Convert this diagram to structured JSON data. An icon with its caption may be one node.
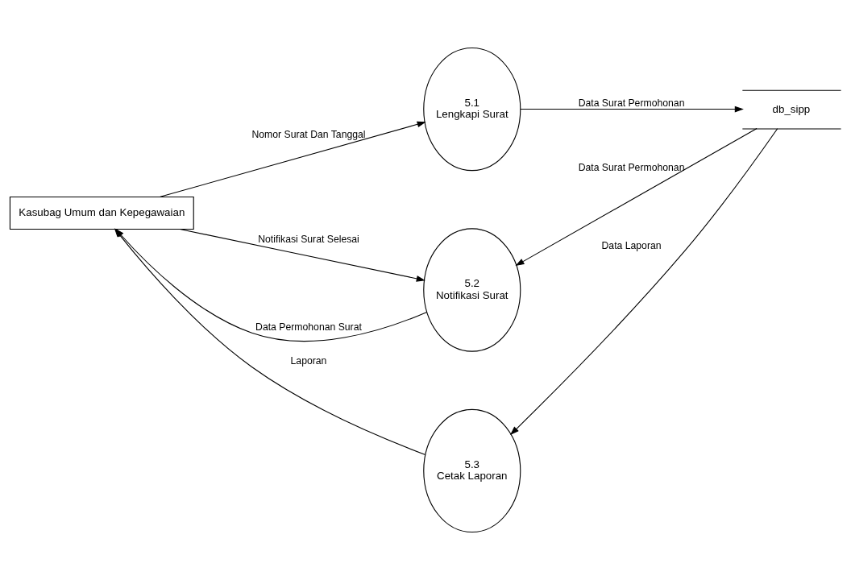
{
  "diagram": {
    "nodes": [
      {
        "text": [
          "Kasubag Umum dan Kepegawaian"
        ]
      },
      {
        "text": [
          "5.1",
          "Lengkapi Surat"
        ]
      },
      {
        "text": [
          "db_sipp"
        ]
      },
      {
        "text": [
          "5.2",
          "Notifikasi Surat"
        ]
      },
      {
        "text": [
          "5.3",
          "Cetak Laporan"
        ]
      }
    ],
    "edges": [
      {
        "from": 0,
        "to": 1,
        "arrow": "to",
        "label": "Nomor Surat Dan Tanggal"
      },
      {
        "from": 1,
        "to": 2,
        "arrow": "to",
        "label": "Data Surat Permohonan"
      },
      {
        "from": 2,
        "to": 3,
        "arrow": "to",
        "label": "Data Surat Permohonan"
      },
      {
        "from": 3,
        "to": 0,
        "arrow": "to",
        "label": "Data Permohonan Surat"
      },
      {
        "from": 0,
        "to": 3,
        "arrow": "to",
        "label": "Notifikasi Surat Selesai"
      },
      {
        "from": 2,
        "to": 4,
        "arrow": "to",
        "label": "Data Laporan"
      },
      {
        "from": 4,
        "to": 0,
        "arrow": "to",
        "label": "Laporan"
      }
    ]
  }
}
